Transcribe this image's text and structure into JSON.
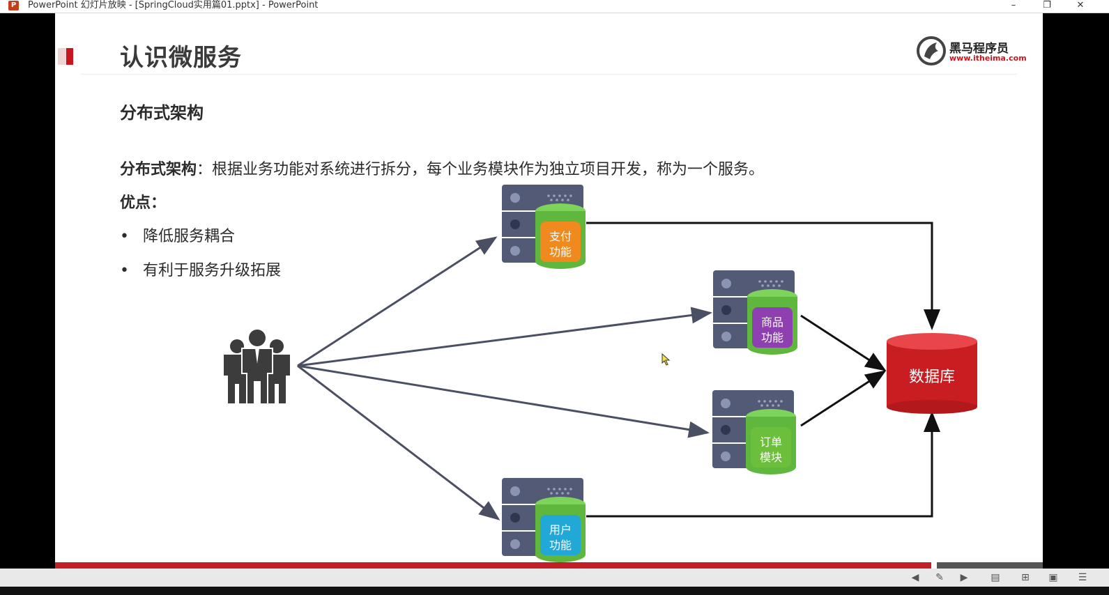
{
  "window": {
    "app_icon": "powerpoint-icon",
    "title": "PowerPoint 幻灯片放映 - [SpringCloud实用篇01.pptx] - PowerPoint",
    "minimize": "–",
    "restore": "❐",
    "close": "✕"
  },
  "slide": {
    "title": "认识微服务",
    "logo": {
      "brand": "黑马程序员",
      "site": "www.itheima.com"
    },
    "section_title": "分布式架构",
    "definition_term": "分布式架构",
    "definition_text": "：根据业务功能对系统进行拆分，每个业务模块作为独立项目开发，称为一个服务。",
    "pros_label": "优点：",
    "pros": [
      "降低服务耦合",
      "有利于服务升级拓展"
    ],
    "diagram": {
      "users_icon": "users-group-icon",
      "services": [
        {
          "line1": "支付",
          "line2": "功能",
          "color": "#f08a1e"
        },
        {
          "line1": "商品",
          "line2": "功能",
          "color": "#8e3fb0"
        },
        {
          "line1": "订单",
          "line2": "模块",
          "color": "#6cbf3b"
        },
        {
          "line1": "用户",
          "line2": "功能",
          "color": "#22a8d6"
        }
      ],
      "database": "数据库",
      "database_color": "#d42327",
      "server_color": "#4f5670"
    }
  },
  "colors": {
    "accent": "#c8161d",
    "bottom_bar": "#c21f26"
  }
}
